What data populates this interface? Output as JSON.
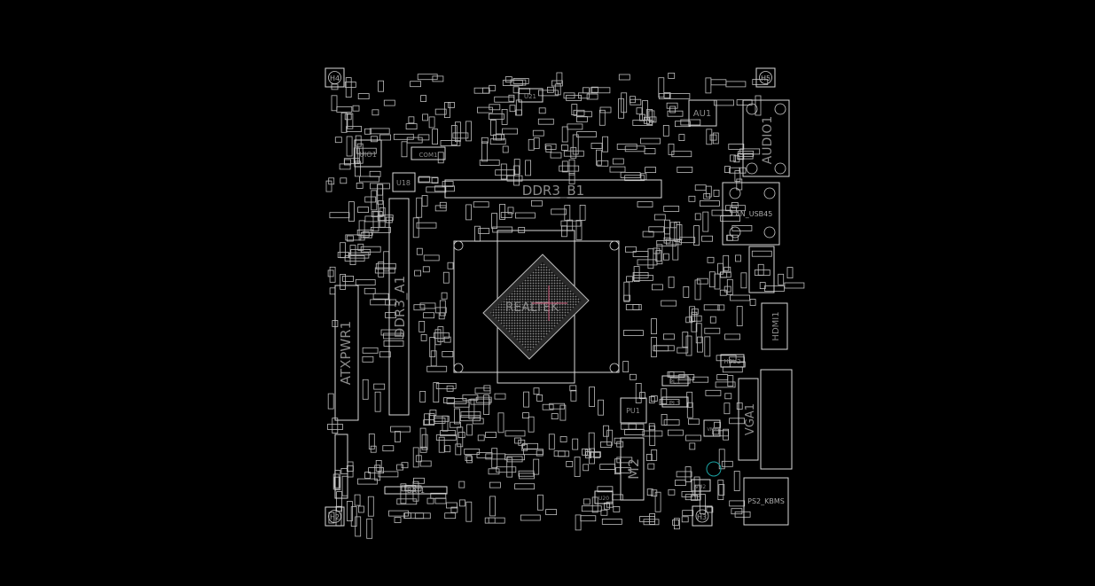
{
  "board": {
    "colors": {
      "background": "#000000",
      "outline": "#d8d8d8",
      "label": "#8a8a8a",
      "marker": "#d05a7a",
      "via": "#1aa3a3"
    },
    "labels": {
      "ddr3_b1": "DDR3_B1",
      "ddr3_a1": "DDR3_A1",
      "audio1": "AUDIO1",
      "lan_usb45": "LAN_USB45",
      "hdmi1": "HDMI1",
      "vga1": "VGA1",
      "atxpwr1": "ATXPWR1",
      "m2": "M2",
      "au1": "AU1",
      "uio1": "UIO1",
      "u18": "U18",
      "u21": "U21",
      "u20": "U20",
      "h2u2": "H2U2",
      "pl1": "PL1",
      "pl3": "PL3",
      "pu1": "PU1",
      "vm1": "VM1",
      "vu2": "VU2",
      "ps2_kbms": "PS2_KBMS",
      "bat1": "BAT1",
      "com1": "COM1",
      "realtek": "REALTEK",
      "h4": "H4",
      "h5": "H5",
      "h3": "H3",
      "h2": "H2"
    }
  }
}
